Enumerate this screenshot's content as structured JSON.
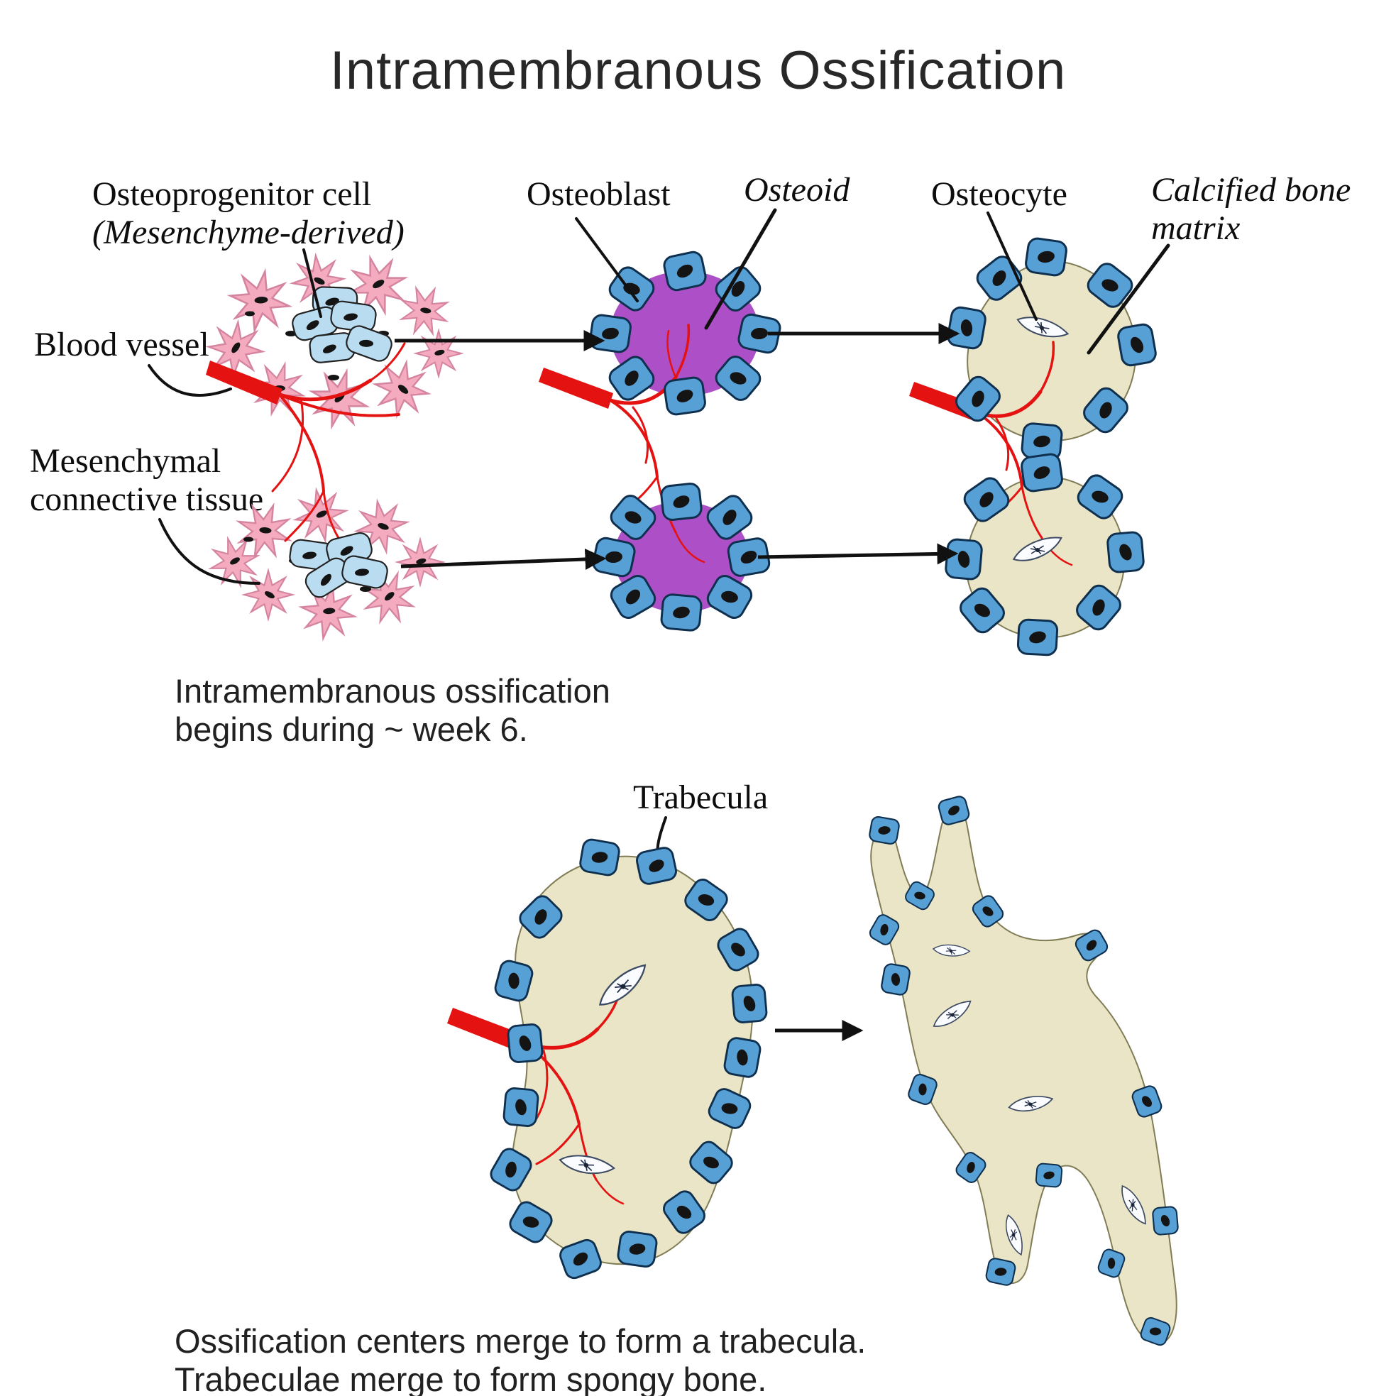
{
  "title": "Intramembranous Ossification",
  "labels": {
    "osteoprogenitor": "Osteoprogenitor cell",
    "osteoprogenitor_sub": "(Mesenchyme-derived)",
    "blood_vessel": "Blood vessel",
    "mesenchymal_1": "Mesenchymal",
    "mesenchymal_2": "connective tissue",
    "osteoblast": "Osteoblast",
    "osteoid": "Osteoid",
    "osteocyte": "Osteocyte",
    "calcified_1": "Calcified bone",
    "calcified_2": "matrix",
    "trabecula": "Trabecula"
  },
  "captions": {
    "week6_1": "Intramembranous ossification",
    "week6_2": "begins during ~ week 6.",
    "merge_1": "Ossification centers merge to form a trabecula.",
    "merge_2": "Trabeculae merge to form spongy bone."
  },
  "colors": {
    "mesenchyme_pink": "#f5abbf",
    "progenitor_blue": "#b9dcf0",
    "cell_blue": "#57a0d6",
    "osteoid_purple": "#ad4fc6",
    "bone_matrix": "#e9e5c6",
    "vessel_red": "#e51212",
    "ink": "#111111"
  }
}
